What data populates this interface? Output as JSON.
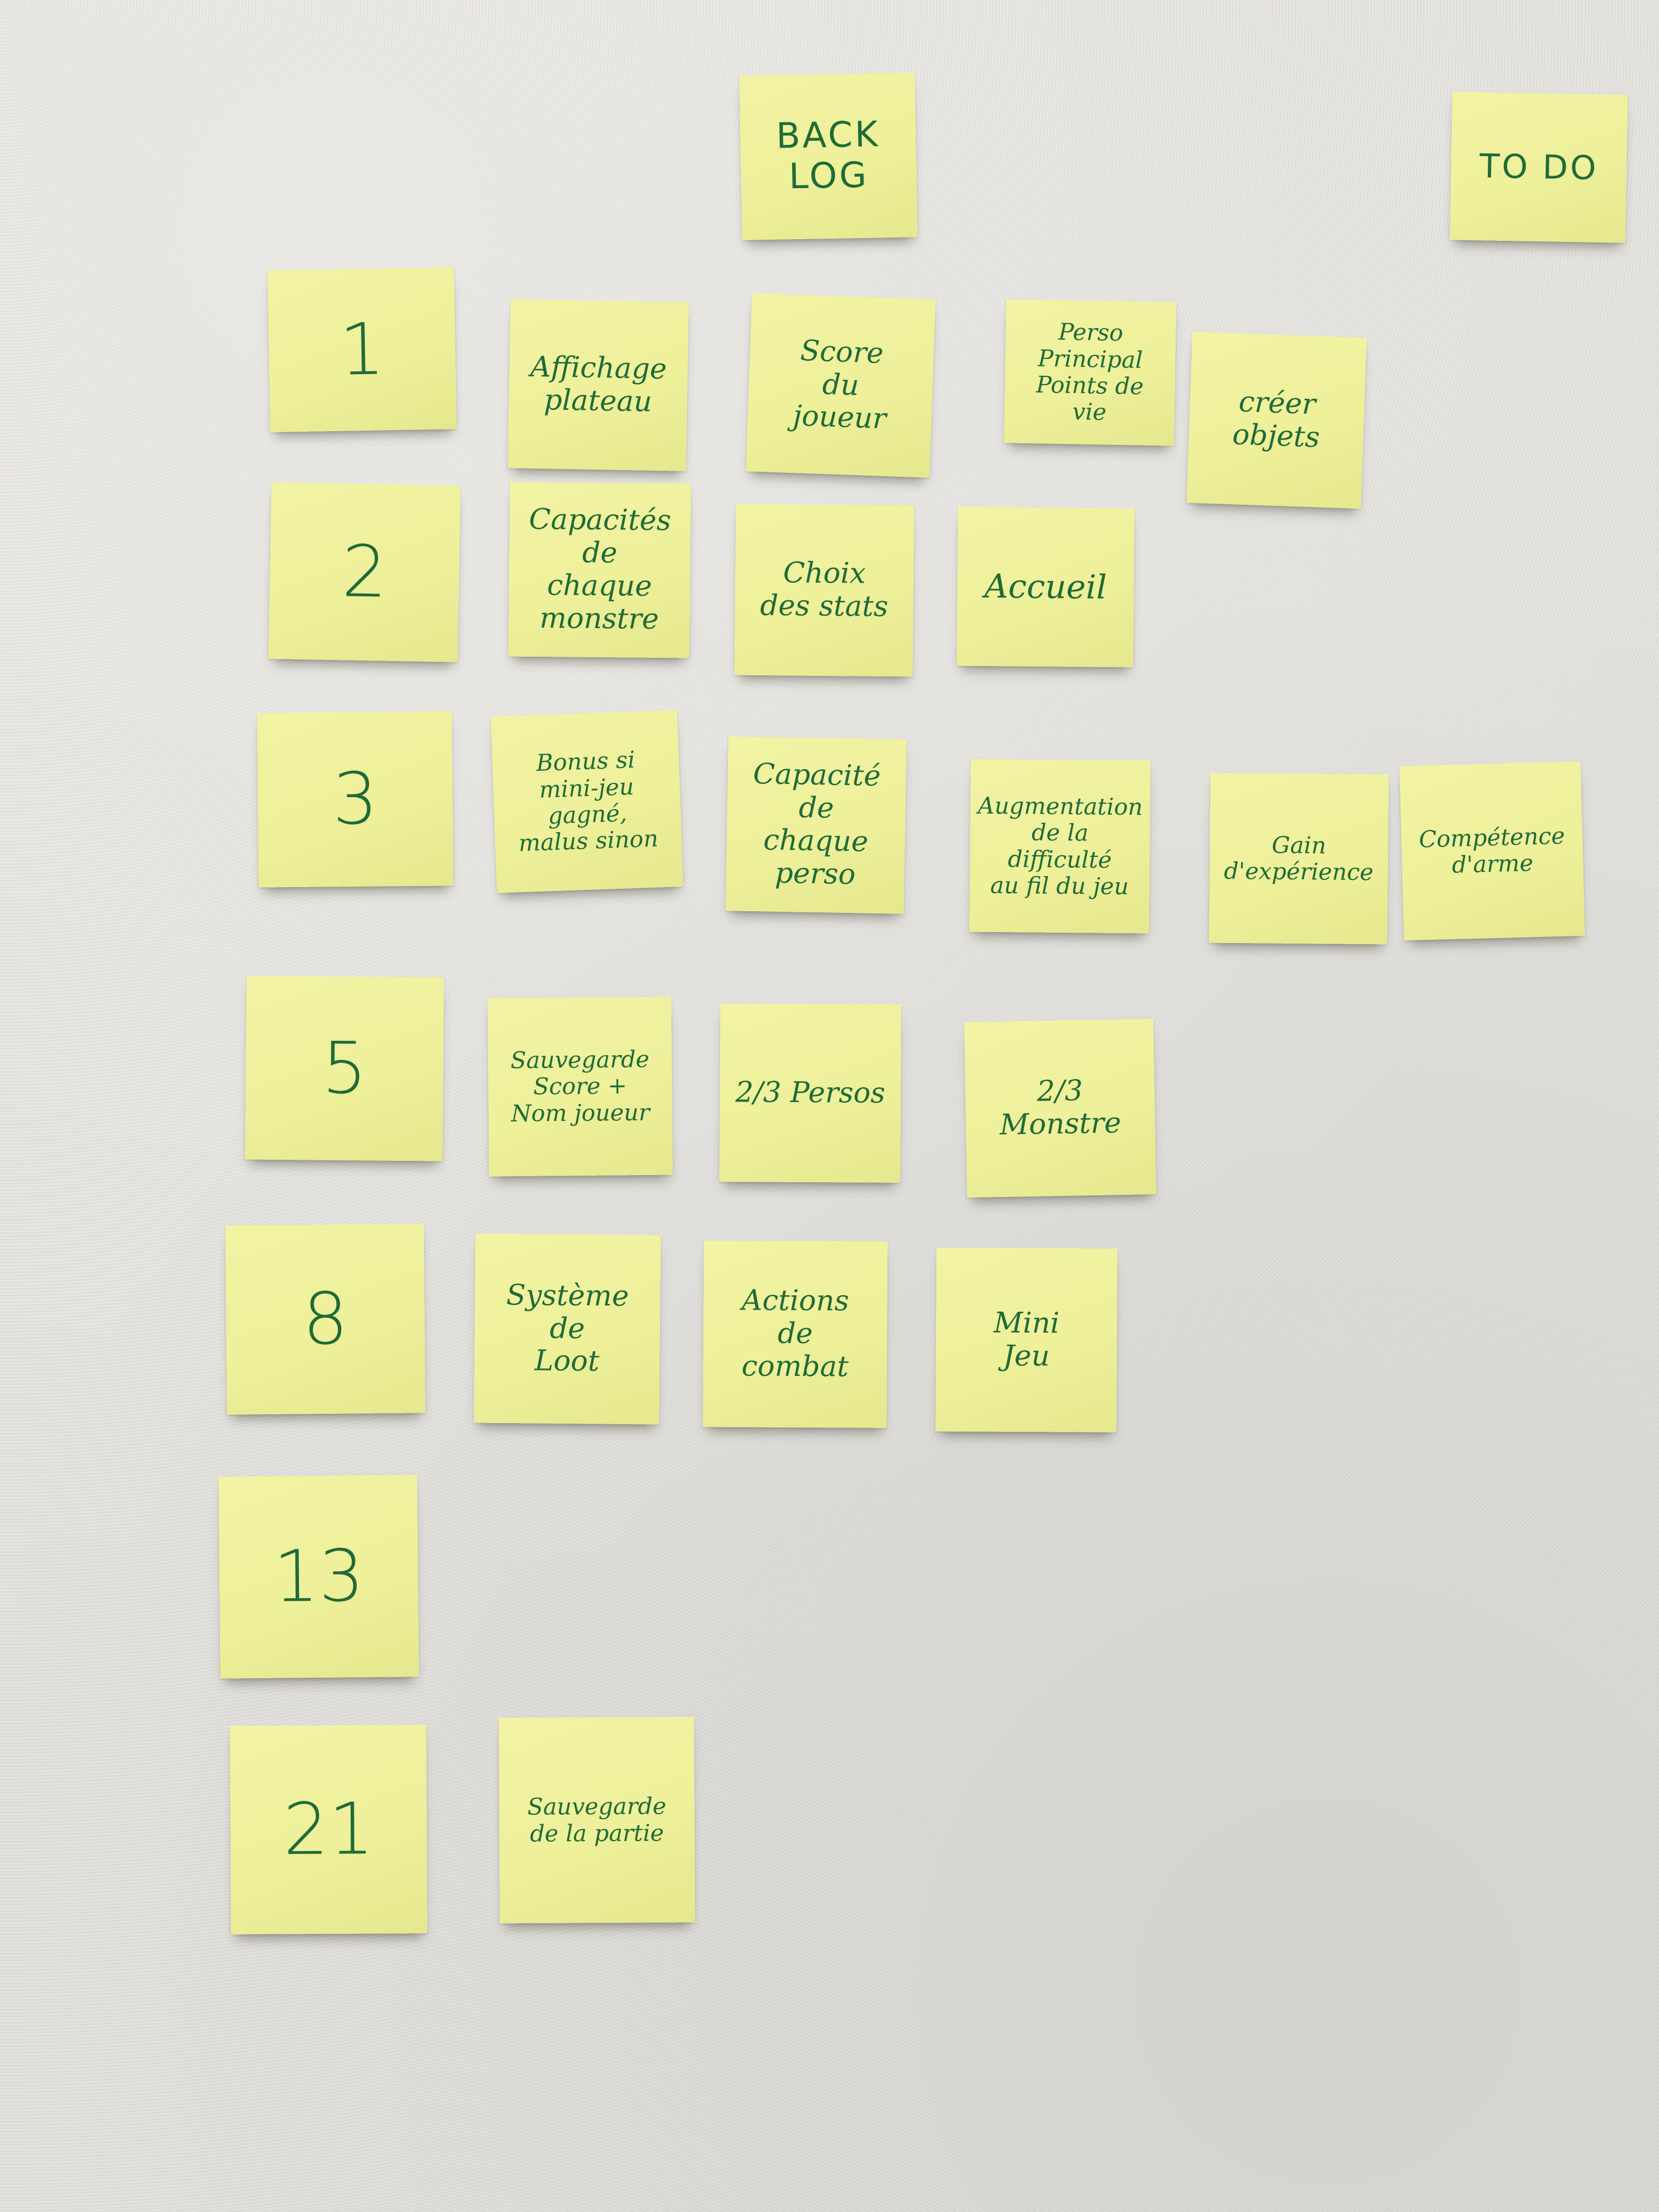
{
  "headers": {
    "backlog": "BACK\nLOG",
    "todo": "TO DO"
  },
  "rows": [
    {
      "points": "1",
      "tasks": [
        "Affichage\nplateau",
        "Score\ndu\njoueur",
        "Perso Principal\nPoints de\nvie",
        "créer\nobjets"
      ]
    },
    {
      "points": "2",
      "tasks": [
        "Capacités\nde\nchaque\nmonstre",
        "Choix\ndes stats",
        "Accueil"
      ]
    },
    {
      "points": "3",
      "tasks": [
        "Bonus si\nmini-jeu\ngagné,\nmalus sinon",
        "Capacité\nde\nchaque\nperso",
        "Augmentation\nde la difficulté\nau fil du jeu",
        "Gain\nd'expérience",
        "Compétence\nd'arme"
      ]
    },
    {
      "points": "5",
      "tasks": [
        "Sauvegarde\nScore +\nNom joueur",
        "2/3 Persos",
        "2/3 Monstre"
      ]
    },
    {
      "points": "8",
      "tasks": [
        "Système\nde\nLoot",
        "Actions\nde\ncombat",
        "Mini\nJeu"
      ]
    },
    {
      "points": "13",
      "tasks": []
    },
    {
      "points": "21",
      "tasks": [
        "Sauvegarde\nde la partie"
      ]
    }
  ]
}
